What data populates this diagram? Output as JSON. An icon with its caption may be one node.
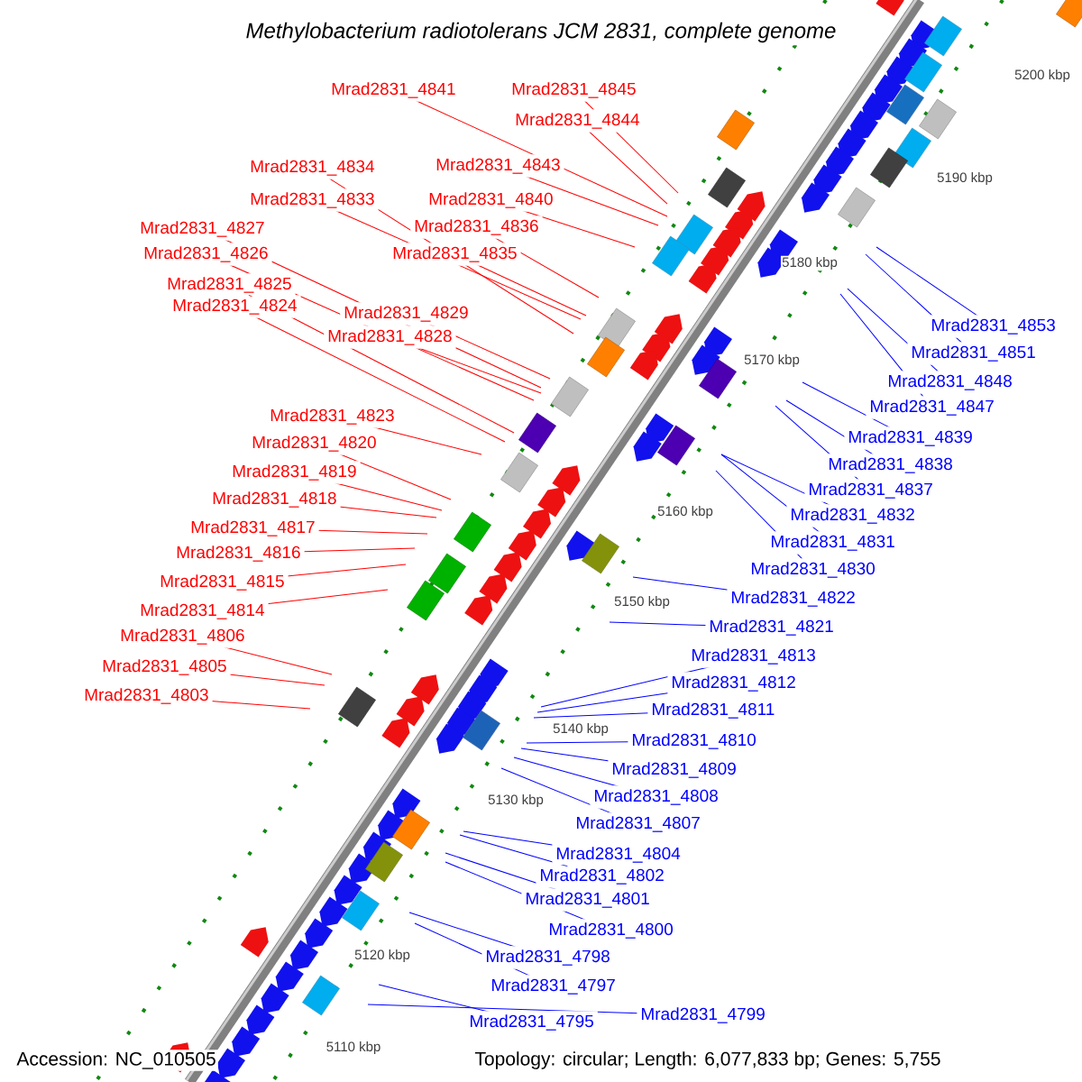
{
  "diagram": {
    "title": "Methylobacterium radiotolerans JCM 2831, complete genome",
    "nodes": [
      {
        "text": [
          "Mrad2831_4841"
        ]
      },
      {
        "text": [
          "Mrad2831_4845"
        ]
      },
      {
        "text": [
          "Mrad2831_4844"
        ]
      },
      {
        "text": [
          "Mrad2831_4843"
        ]
      },
      {
        "text": [
          "Mrad2831_4834"
        ]
      },
      {
        "text": [
          "Mrad2831_4833"
        ]
      },
      {
        "text": [
          "Mrad2831_4840"
        ]
      },
      {
        "text": [
          "Mrad2831_4836"
        ]
      },
      {
        "text": [
          "Mrad2831_4835"
        ]
      },
      {
        "text": [
          "Mrad2831_4827"
        ]
      },
      {
        "text": [
          "Mrad2831_4826"
        ]
      },
      {
        "text": [
          "Mrad2831_4825"
        ]
      },
      {
        "text": [
          "Mrad2831_4824"
        ]
      },
      {
        "text": [
          "Mrad2831_4829"
        ]
      },
      {
        "text": [
          "Mrad2831_4828"
        ]
      },
      {
        "text": [
          "Mrad2831_4823"
        ]
      },
      {
        "text": [
          "Mrad2831_4820"
        ]
      },
      {
        "text": [
          "Mrad2831_4819"
        ]
      },
      {
        "text": [
          "Mrad2831_4818"
        ]
      },
      {
        "text": [
          "Mrad2831_4817"
        ]
      },
      {
        "text": [
          "Mrad2831_4816"
        ]
      },
      {
        "text": [
          "Mrad2831_4815"
        ]
      },
      {
        "text": [
          "Mrad2831_4814"
        ]
      },
      {
        "text": [
          "Mrad2831_4806"
        ]
      },
      {
        "text": [
          "Mrad2831_4805"
        ]
      },
      {
        "text": [
          "Mrad2831_4803"
        ]
      },
      {
        "text": [
          "Mrad2831_4853"
        ]
      },
      {
        "text": [
          "Mrad2831_4851"
        ]
      },
      {
        "text": [
          "Mrad2831_4848"
        ]
      },
      {
        "text": [
          "Mrad2831_4847"
        ]
      },
      {
        "text": [
          "Mrad2831_4839"
        ]
      },
      {
        "text": [
          "Mrad2831_4838"
        ]
      },
      {
        "text": [
          "Mrad2831_4837"
        ]
      },
      {
        "text": [
          "Mrad2831_4832"
        ]
      },
      {
        "text": [
          "Mrad2831_4831"
        ]
      },
      {
        "text": [
          "Mrad2831_4830"
        ]
      },
      {
        "text": [
          "Mrad2831_4822"
        ]
      },
      {
        "text": [
          "Mrad2831_4821"
        ]
      },
      {
        "text": [
          "Mrad2831_4813"
        ]
      },
      {
        "text": [
          "Mrad2831_4812"
        ]
      },
      {
        "text": [
          "Mrad2831_4811"
        ]
      },
      {
        "text": [
          "Mrad2831_4810"
        ]
      },
      {
        "text": [
          "Mrad2831_4809"
        ]
      },
      {
        "text": [
          "Mrad2831_4808"
        ]
      },
      {
        "text": [
          "Mrad2831_4807"
        ]
      },
      {
        "text": [
          "Mrad2831_4804"
        ]
      },
      {
        "text": [
          "Mrad2831_4802"
        ]
      },
      {
        "text": [
          "Mrad2831_4801"
        ]
      },
      {
        "text": [
          "Mrad2831_4800"
        ]
      },
      {
        "text": [
          "Mrad2831_4798"
        ]
      },
      {
        "text": [
          "Mrad2831_4797"
        ]
      },
      {
        "text": [
          "Mrad2831_4795"
        ]
      },
      {
        "text": [
          "Mrad2831_4799"
        ]
      }
    ],
    "edges": [
      {
        "from": 0,
        "to": null,
        "arrow": "none",
        "color": "#ff0000"
      },
      {
        "from": 1,
        "to": null,
        "arrow": "none",
        "color": "#ff0000"
      },
      {
        "from": 2,
        "to": null,
        "arrow": "none",
        "color": "#ff0000"
      },
      {
        "from": 3,
        "to": null,
        "arrow": "none",
        "color": "#ff0000"
      },
      {
        "from": 4,
        "to": null,
        "arrow": "none",
        "color": "#ff0000"
      },
      {
        "from": 5,
        "to": null,
        "arrow": "none",
        "color": "#ff0000"
      },
      {
        "from": 6,
        "to": null,
        "arrow": "none",
        "color": "#ff0000"
      },
      {
        "from": 7,
        "to": null,
        "arrow": "none",
        "color": "#ff0000"
      },
      {
        "from": 8,
        "to": null,
        "arrow": "none",
        "color": "#ff0000"
      },
      {
        "from": 9,
        "to": null,
        "arrow": "none",
        "color": "#ff0000"
      },
      {
        "from": 10,
        "to": null,
        "arrow": "none",
        "color": "#ff0000"
      },
      {
        "from": 11,
        "to": null,
        "arrow": "none",
        "color": "#ff0000"
      },
      {
        "from": 12,
        "to": null,
        "arrow": "none",
        "color": "#ff0000"
      },
      {
        "from": 13,
        "to": null,
        "arrow": "none",
        "color": "#ff0000"
      },
      {
        "from": 14,
        "to": null,
        "arrow": "none",
        "color": "#ff0000"
      },
      {
        "from": 15,
        "to": null,
        "arrow": "none",
        "color": "#ff0000"
      },
      {
        "from": 16,
        "to": null,
        "arrow": "none",
        "color": "#ff0000"
      },
      {
        "from": 17,
        "to": null,
        "arrow": "none",
        "color": "#ff0000"
      },
      {
        "from": 18,
        "to": null,
        "arrow": "none",
        "color": "#ff0000"
      },
      {
        "from": 19,
        "to": null,
        "arrow": "none",
        "color": "#ff0000"
      },
      {
        "from": 20,
        "to": null,
        "arrow": "none",
        "color": "#ff0000"
      },
      {
        "from": 21,
        "to": null,
        "arrow": "none",
        "color": "#ff0000"
      },
      {
        "from": 22,
        "to": null,
        "arrow": "none",
        "color": "#ff0000"
      },
      {
        "from": 23,
        "to": null,
        "arrow": "none",
        "color": "#ff0000"
      },
      {
        "from": 24,
        "to": null,
        "arrow": "none",
        "color": "#ff0000"
      },
      {
        "from": 25,
        "to": null,
        "arrow": "none",
        "color": "#ff0000"
      },
      {
        "from": 26,
        "to": null,
        "arrow": "none"
      },
      {
        "from": 27,
        "to": null,
        "arrow": "none"
      },
      {
        "from": 28,
        "to": null,
        "arrow": "none"
      },
      {
        "from": 29,
        "to": null,
        "arrow": "none"
      },
      {
        "from": 30,
        "to": null,
        "arrow": "none"
      },
      {
        "from": 31,
        "to": null,
        "arrow": "none"
      },
      {
        "from": 32,
        "to": null,
        "arrow": "none"
      },
      {
        "from": 33,
        "to": null,
        "arrow": "none"
      },
      {
        "from": 34,
        "to": null,
        "arrow": "none"
      },
      {
        "from": 35,
        "to": null,
        "arrow": "none"
      },
      {
        "from": 36,
        "to": null,
        "arrow": "none"
      },
      {
        "from": 37,
        "to": null,
        "arrow": "none"
      },
      {
        "from": 38,
        "to": null,
        "arrow": "none"
      },
      {
        "from": 39,
        "to": null,
        "arrow": "none"
      },
      {
        "from": 40,
        "to": null,
        "arrow": "none"
      },
      {
        "from": 41,
        "to": null,
        "arrow": "none"
      },
      {
        "from": 42,
        "to": null,
        "arrow": "none"
      },
      {
        "from": 43,
        "to": null,
        "arrow": "none"
      },
      {
        "from": 44,
        "to": null,
        "arrow": "none"
      },
      {
        "from": 45,
        "to": null,
        "arrow": "none"
      },
      {
        "from": 46,
        "to": null,
        "arrow": "none"
      },
      {
        "from": 47,
        "to": null,
        "arrow": "none"
      },
      {
        "from": 48,
        "to": null,
        "arrow": "none"
      },
      {
        "from": 49,
        "to": null,
        "arrow": "none"
      },
      {
        "from": 50,
        "to": null,
        "arrow": "none"
      },
      {
        "from": 51,
        "to": null,
        "arrow": "none"
      },
      {
        "from": 52,
        "to": null,
        "arrow": "none"
      }
    ],
    "labels": [
      "5200 kbp",
      "5190 kbp",
      "5180 kbp",
      "5170 kbp",
      "5160 kbp",
      "5150 kbp",
      "5140 kbp",
      "5130 kbp",
      "5120 kbp",
      "5110 kbp",
      "Accession: NC_010505",
      "Topology: circular; Length: 6,077,833 bp; Genes: 5,755"
    ]
  }
}
